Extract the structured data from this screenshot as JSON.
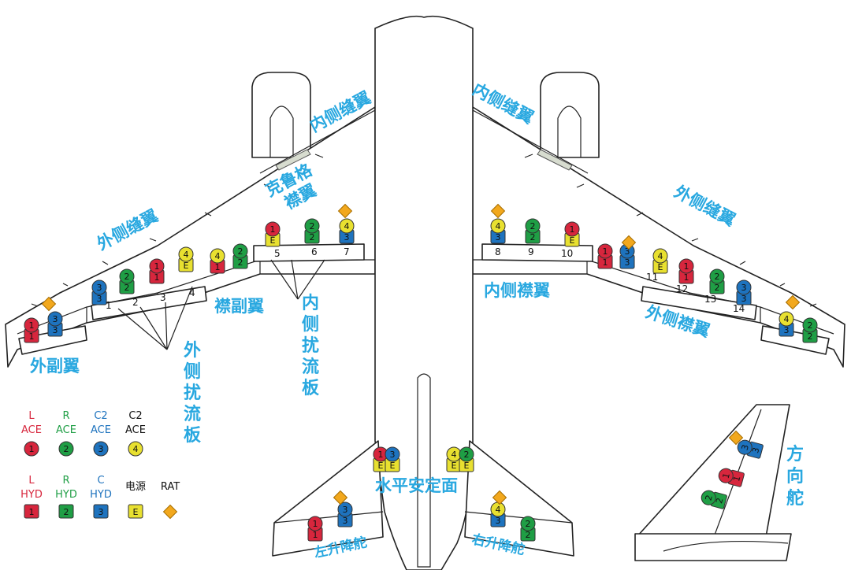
{
  "labels": {
    "left_inner_slat": "内侧缝翼",
    "right_inner_slat": "内侧缝翼",
    "krueger_1": "克鲁格",
    "krueger_2": "襟翼",
    "left_outer_slat": "外侧缝翼",
    "right_outer_slat": "外侧缝翼",
    "flaperon": "襟副翼",
    "inner_spoiler": "内侧扰流板",
    "outer_spoiler": "外侧扰流板",
    "left_aileron": "外副翼",
    "right_inner_flap": "内侧襟翼",
    "right_outer_flap": "外侧襟翼",
    "horizontal_stabilizer": "水平安定面",
    "left_elevator": "左升降舵",
    "right_elevator": "右升降舵",
    "rudder": "方向舵"
  },
  "panels": {
    "left_outer": [
      "1",
      "2",
      "3",
      "4"
    ],
    "left_inner": [
      "5",
      "6",
      "7"
    ],
    "right_inner": [
      "8",
      "9",
      "10"
    ],
    "right_outer": [
      "11",
      "12",
      "13",
      "14"
    ]
  },
  "legend": {
    "ace": [
      {
        "line1": "L",
        "line2": "ACE",
        "color": "#d7263d",
        "symbol": "1"
      },
      {
        "line1": "R",
        "line2": "ACE",
        "color": "#1f9e45",
        "symbol": "2"
      },
      {
        "line1": "C2",
        "line2": "ACE",
        "color": "#1e73be",
        "symbol": "3"
      },
      {
        "line1": "C2",
        "line2": "ACE",
        "color": "#e8e030",
        "symbol": "4"
      }
    ],
    "hyd": [
      {
        "line1": "L",
        "line2": "HYD",
        "color": "#d7263d",
        "symbol": "1"
      },
      {
        "line1": "R",
        "line2": "HYD",
        "color": "#1f9e45",
        "symbol": "2"
      },
      {
        "line1": "C",
        "line2": "HYD",
        "color": "#1e73be",
        "symbol": "3"
      },
      {
        "line1": "电源",
        "line2": "",
        "color": "#e8e030",
        "symbol": "E"
      },
      {
        "line1": "RAT",
        "line2": "",
        "color": "#f2a81d",
        "symbol": ""
      }
    ]
  },
  "colors": {
    "red": "#d7263d",
    "green": "#1f9e45",
    "blue": "#1e73be",
    "yellow": "#e8e030",
    "orange": "#f2a81d",
    "label": "#29a8e0"
  }
}
